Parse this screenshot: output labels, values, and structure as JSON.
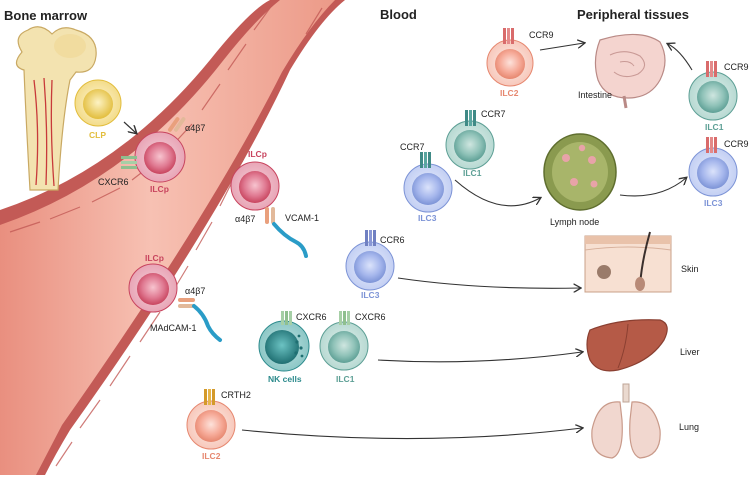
{
  "headers": {
    "bone_marrow": "Bone marrow",
    "blood": "Blood",
    "peripheral": "Peripheral tissues"
  },
  "cells": {
    "clp": "CLP",
    "ilcp_bm": "ILCp",
    "ilcp_vessel_top": "ILCp",
    "ilcp_vessel_bottom": "ILCp",
    "ilc2_top": "ILC2",
    "ilc1_blood": "ILC1",
    "ilc3_blood": "ILC3",
    "ilc3_mid": "ILC3",
    "nk": "NK cells",
    "ilc1_liver": "ILC1",
    "ilc2_bottom": "ILC2",
    "ilc1_tissue": "ILC1",
    "ilc3_tissue": "ILC3"
  },
  "receptors": {
    "a4b7_bm": "α4β7",
    "cxcr6_bm": "CXCR6",
    "a4b7_top": "α4β7",
    "vcam1": "VCAM-1",
    "a4b7_bottom": "α4β7",
    "madcam1": "MAdCAM-1",
    "ccr9_top": "CCR9",
    "ccr7_ilc1": "CCR7",
    "ccr7_ilc3": "CCR7",
    "ccr6": "CCR6",
    "cxcr6_nk": "CXCR6",
    "cxcr6_ilc1": "CXCR6",
    "crth2": "CRTH2",
    "ccr9_ilc1": "CCR9",
    "ccr9_ilc3": "CCR9"
  },
  "tissues": {
    "intestine": "Intestine",
    "lymph_node": "Lymph node",
    "skin": "Skin",
    "liver": "Liver",
    "lung": "Lung"
  },
  "colors": {
    "ilcp": "#c8445e",
    "ilc1": "#5d9f95",
    "ilc2": "#e6876f",
    "ilc3": "#7c93d6",
    "nk": "#2b8a8c",
    "clp": "#e2bd3c",
    "vessel": "#efa190"
  }
}
